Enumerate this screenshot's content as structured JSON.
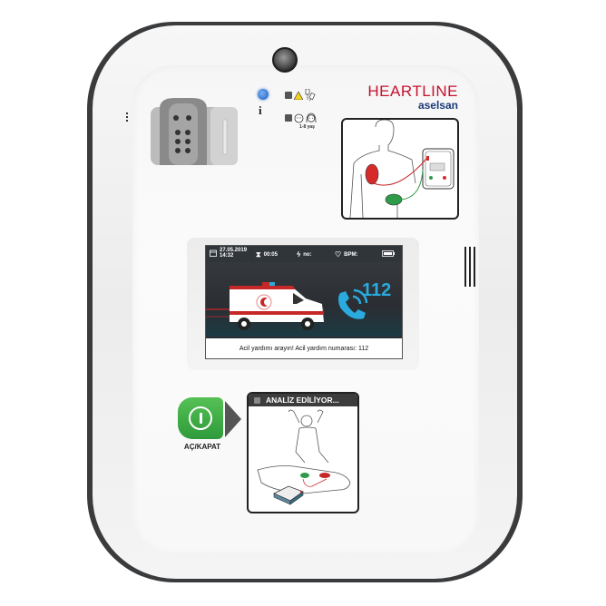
{
  "device": {
    "brand": "HEARTLINE",
    "manufacturer": "aselsan",
    "colors": {
      "shell": "#3a3b3d",
      "body": "#f4f4f4",
      "brand_red": "#c8102e",
      "brand_blue": "#1b3a7a",
      "power_green": "#3aa845",
      "info_led": "#3f7fd6",
      "screen_accent": "#2aaadf"
    }
  },
  "indicators": {
    "info_label": "i",
    "age_label": "1-8 yaş",
    "icons": [
      "info-led",
      "adult-pads-warning-icon",
      "pediatric-child-icon"
    ]
  },
  "screen": {
    "status_bar": {
      "date": "27.05.2019",
      "time": "14:32",
      "elapsed": "00:05",
      "shock_label": "no:",
      "bpm_label": "BPM:",
      "battery": "battery-full-icon"
    },
    "call_number": "112",
    "caption": "Acil yardımı arayın! Acil yardım numarası: 112"
  },
  "controls": {
    "power_button_label": "AÇ/KAPAT"
  },
  "pictograms": {
    "pad_placement": "pad-placement-diagram",
    "analyzing": {
      "header": "ANALİZ EDİLİYOR..."
    }
  }
}
